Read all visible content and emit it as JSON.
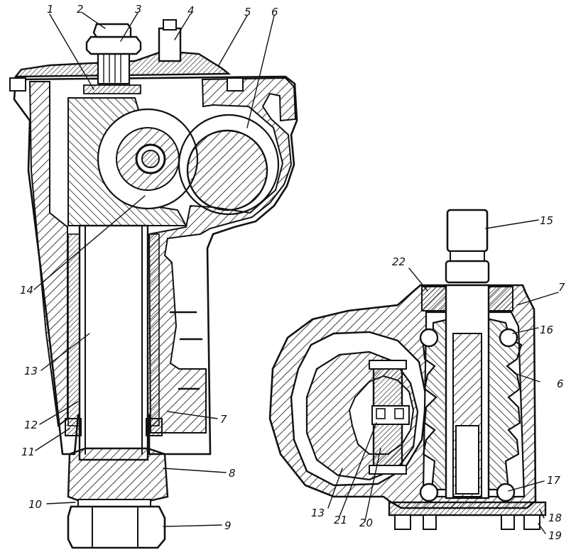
{
  "figure": {
    "left_view": {
      "callouts": [
        "1",
        "2",
        "3",
        "4",
        "5",
        "6",
        "7",
        "8",
        "9",
        "10",
        "11",
        "12",
        "13",
        "14"
      ]
    },
    "right_view": {
      "callouts": [
        "7",
        "6",
        "13",
        "15",
        "16",
        "17",
        "18",
        "19",
        "20",
        "21",
        "22"
      ]
    }
  }
}
